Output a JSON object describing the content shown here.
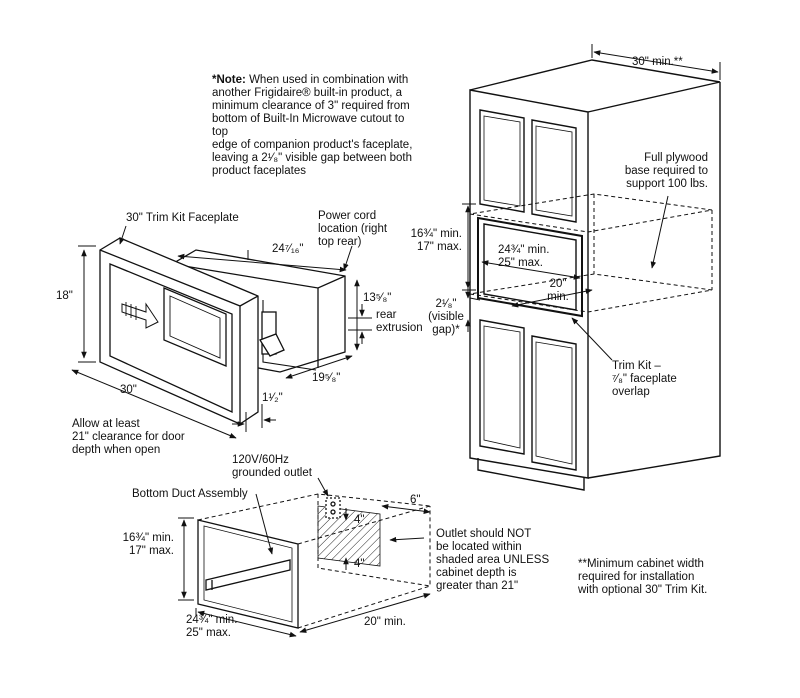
{
  "note": {
    "heading": "*Note:",
    "body": "When used in combination with\nanother Frigidaire® built-in product, a\nminimum clearance of 3\" required from\nbottom of Built-In Microwave cutout to top\nedge of companion product's faceplate,\nleaving a 2¹⁄₈\" visible gap between both\nproduct faceplates"
  },
  "microwave": {
    "trim_kit": "30\"  Trim Kit Faceplate",
    "power_cord": "Power cord\nlocation (right\ntop rear)",
    "depth_top": "24⁷⁄₁₆\"",
    "height": "18\"",
    "unit_height": "13⁵⁄₈\"",
    "rear_extrusion": "rear\nextrusion",
    "unit_depth": "19⁵⁄₈\"",
    "width": "30\"",
    "trim_depth": "1¹⁄₂\"",
    "door_clearance": "Allow at least\n21\" clearance for door\ndepth when open"
  },
  "cabinet": {
    "min_width": "30\" min.**",
    "plywood": "Full plywood\nbase required to\nsupport 100 lbs.",
    "cutout_height": "16¾\" min.\n17\" max.",
    "cutout_width": "24¾\" min.\n25\" max.",
    "cutout_depth": "20\"\nmin.",
    "gap": "2¹⁄₈\"\n(visible\ngap)*",
    "trim_overlap": "Trim Kit –\n⁷⁄₈\" faceplate\noverlap"
  },
  "cutout": {
    "outlet": "120V/60Hz\ngrounded outlet",
    "duct": "Bottom Duct Assembly",
    "height": "16¾\" min.\n17\" max.",
    "width": "24¾\" min.\n25\" max.",
    "depth": "20\" min.",
    "six": "6\"",
    "four_top": "4\"",
    "four_bottom": "4\"",
    "outlet_warning": "Outlet should NOT\nbe located within\nshaded area UNLESS\ncabinet depth is\ngreater than 21\""
  },
  "footnote": "**Minimum cabinet width\nrequired for installation\nwith optional 30\" Trim Kit."
}
